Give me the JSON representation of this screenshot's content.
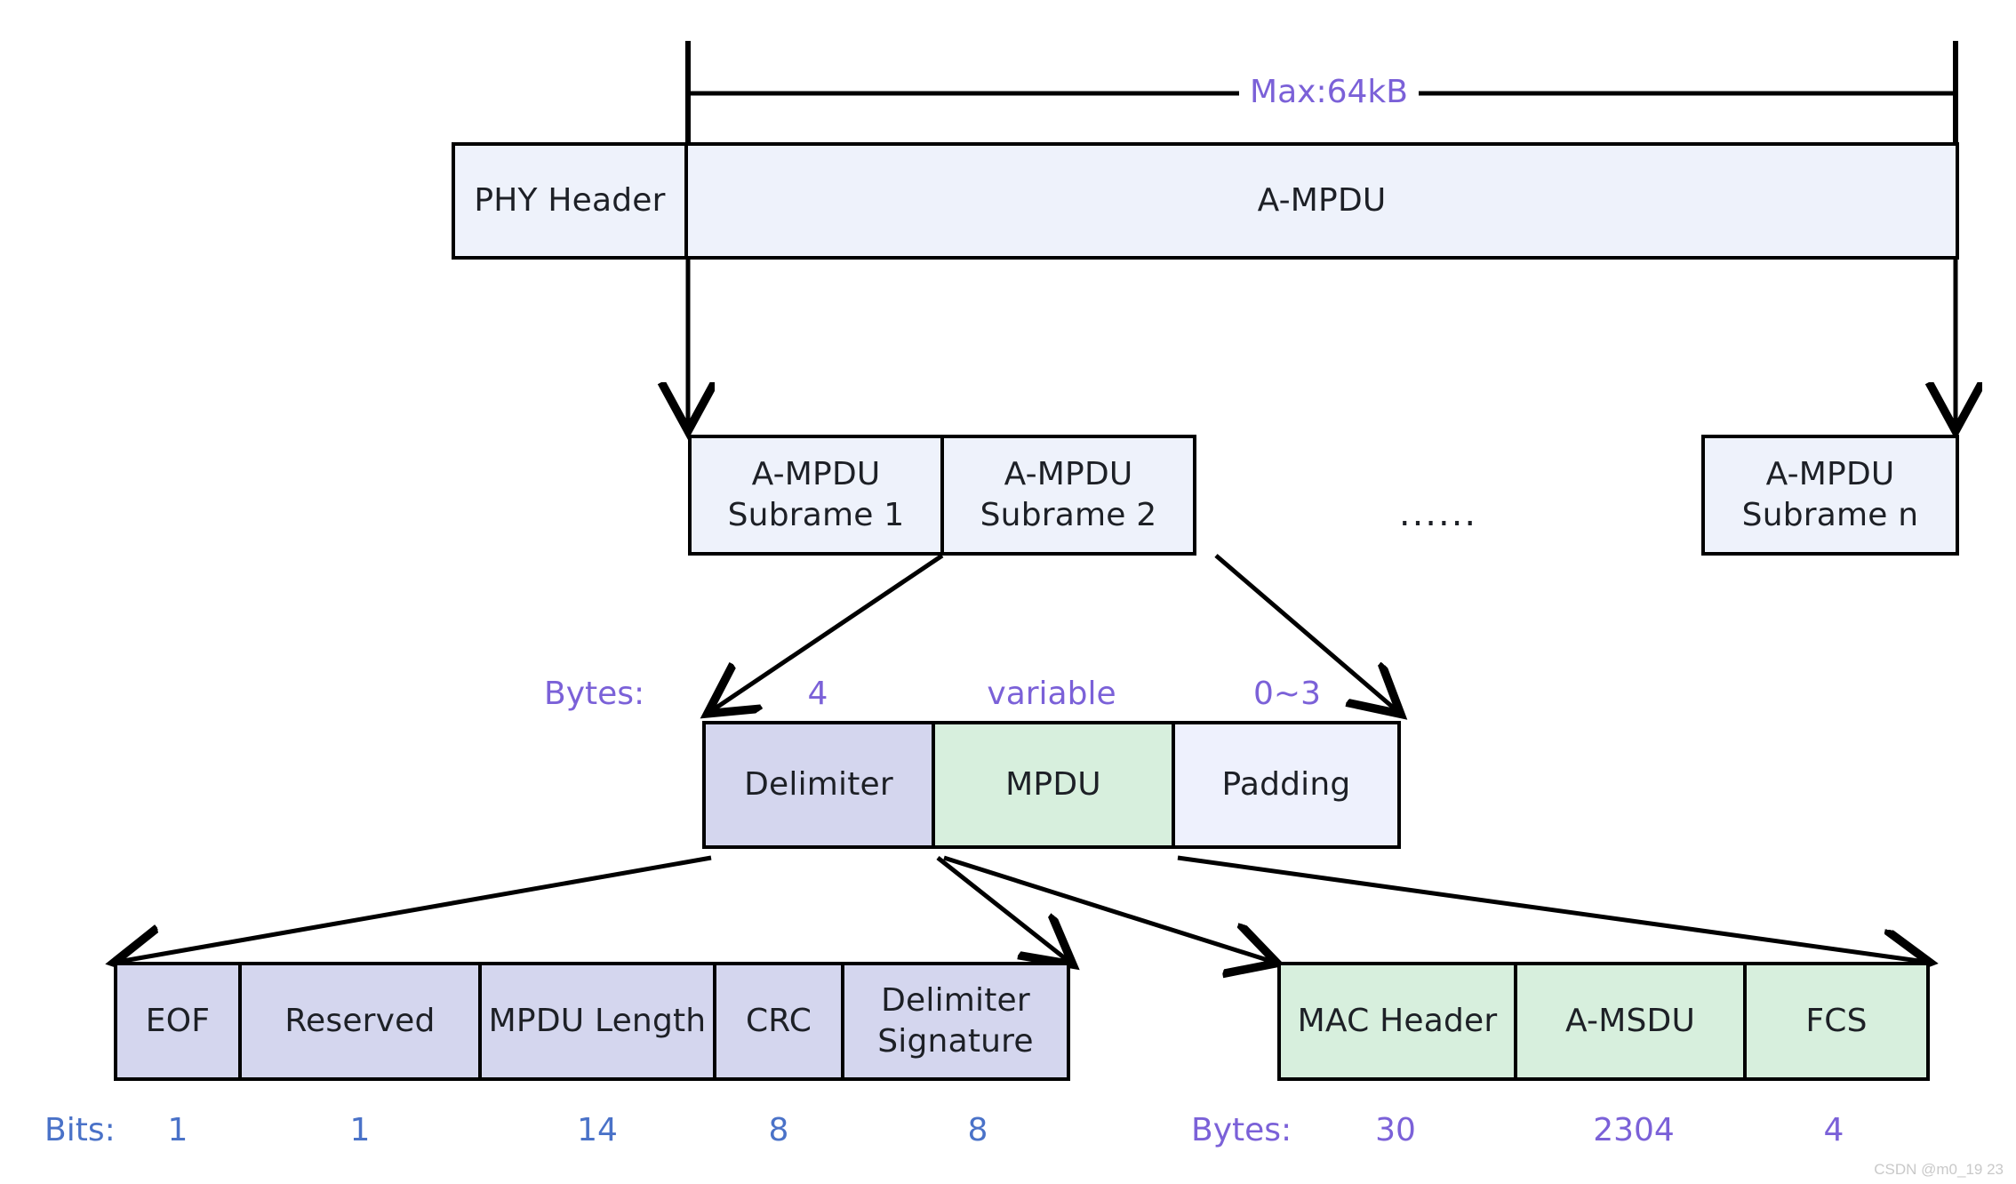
{
  "diagram": {
    "title": "802.11 A-MPDU frame aggregation structure",
    "watermark": "CSDN @m0_19 23",
    "colors": {
      "stroke": "#000000",
      "purple_label": "#7b61d8",
      "blue_label": "#4a72c8",
      "fill_light_blue": "#eef2fb",
      "fill_lavender": "#d4d6ee",
      "fill_green": "#d7efdd",
      "fill_padding": "#eef1fd"
    }
  },
  "top_row": {
    "span_label": "Max:64kB",
    "phy_header": "PHY Header",
    "ampdu": "A-MPDU"
  },
  "subframe_row": {
    "items": [
      {
        "line1": "A-MPDU",
        "line2": "Subrame 1"
      },
      {
        "line1": "A-MPDU",
        "line2": "Subrame 2"
      },
      {
        "line1": "A-MPDU",
        "line2": "Subrame n"
      }
    ],
    "ellipsis": "......"
  },
  "subframe_detail": {
    "unit_label": "Bytes:",
    "fields": [
      {
        "name": "Delimiter",
        "size": "4"
      },
      {
        "name": "MPDU",
        "size": "variable"
      },
      {
        "name": "Padding",
        "size": "0~3"
      }
    ]
  },
  "delimiter_detail": {
    "unit_label": "Bits:",
    "fields": [
      {
        "name": "EOF",
        "size": "1"
      },
      {
        "name": "Reserved",
        "size": "1"
      },
      {
        "name": "MPDU Length",
        "size": "14"
      },
      {
        "name": "CRC",
        "size": "8"
      },
      {
        "name": "Delimiter Signature",
        "size": "8",
        "line1": "Delimiter",
        "line2": "Signature"
      }
    ]
  },
  "mpdu_detail": {
    "unit_label": "Bytes:",
    "fields": [
      {
        "name": "MAC Header",
        "size": "30"
      },
      {
        "name": "A-MSDU",
        "size": "2304"
      },
      {
        "name": "FCS",
        "size": "4"
      }
    ]
  }
}
